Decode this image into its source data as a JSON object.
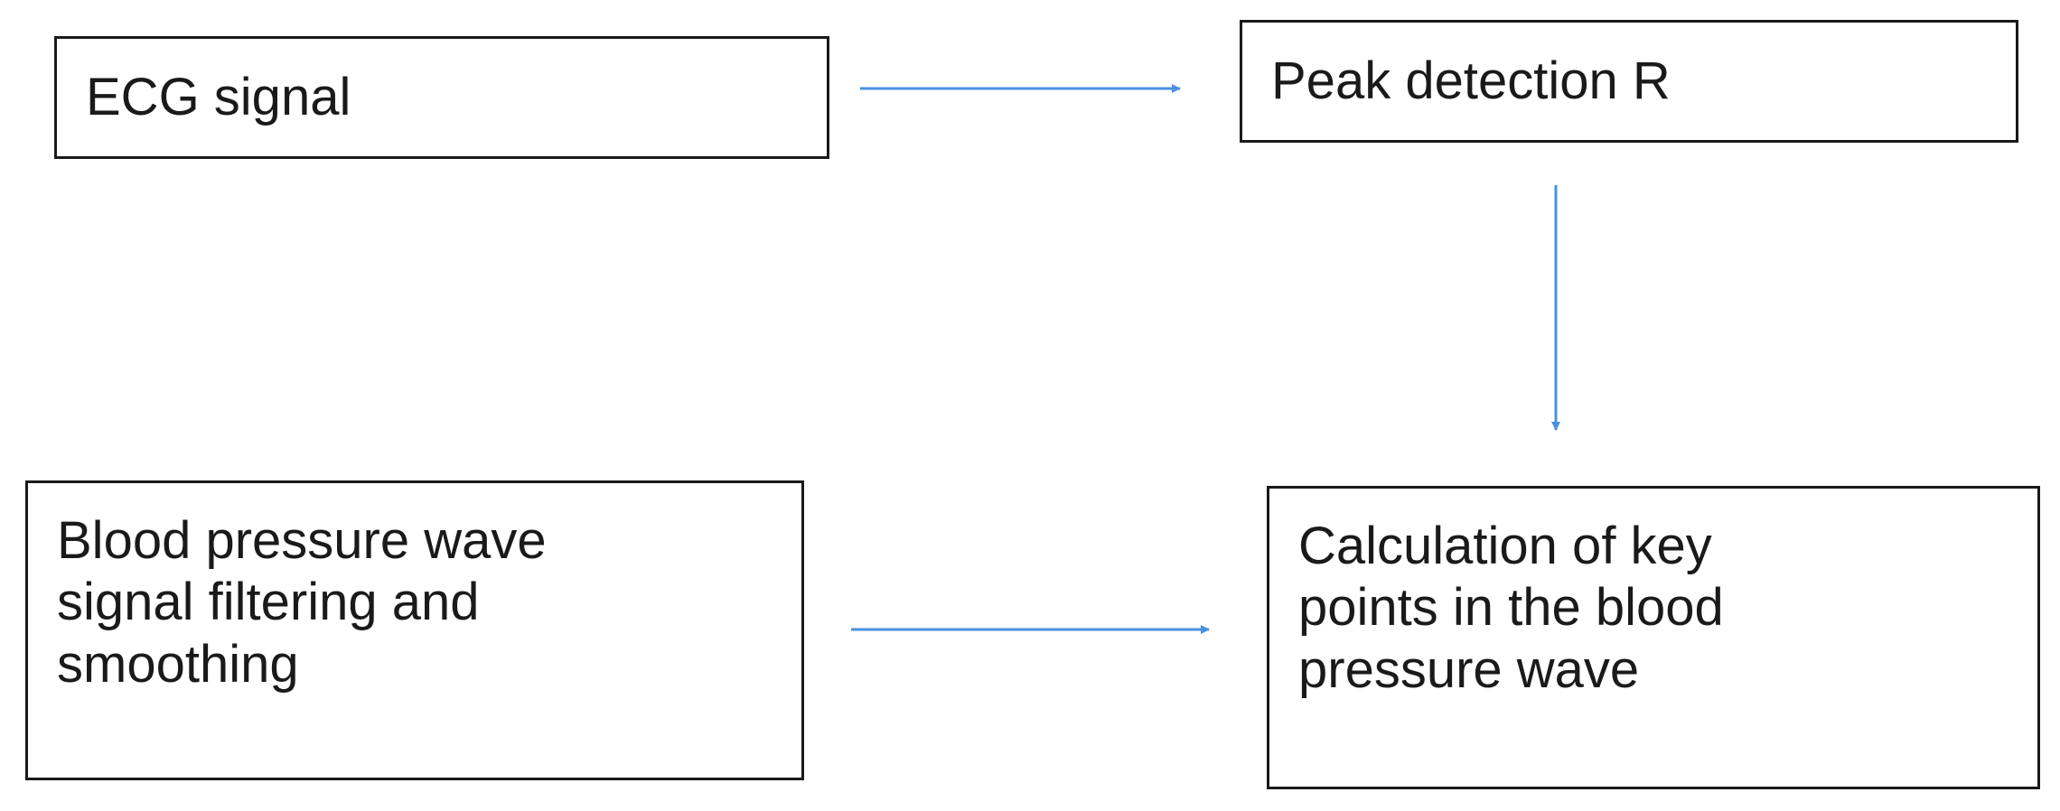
{
  "nodes": {
    "ecg": {
      "label": "ECG signal"
    },
    "peak": {
      "label": "Peak detection R"
    },
    "bp_filter": {
      "label": "Blood pressure wave\nsignal filtering and\nsmoothing"
    },
    "keypoints": {
      "label": "Calculation of key\npoints in the blood\npressure wave"
    }
  },
  "edges": [
    {
      "from": "ecg",
      "to": "peak"
    },
    {
      "from": "peak",
      "to": "keypoints"
    },
    {
      "from": "bp_filter",
      "to": "keypoints"
    }
  ],
  "colors": {
    "arrow": "#4a90e2",
    "box_border": "#1a1a1a",
    "text": "#1a1a1a"
  }
}
